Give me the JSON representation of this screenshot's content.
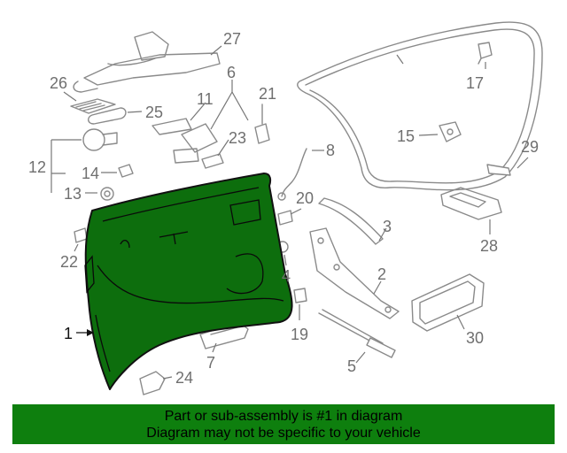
{
  "callouts": {
    "c1": "1",
    "c2": "2",
    "c3": "3",
    "c4": "4",
    "c5": "5",
    "c6": "6",
    "c7": "7",
    "c8": "8",
    "c11": "11",
    "c12": "12",
    "c13": "13",
    "c14": "14",
    "c15": "15",
    "c17": "17",
    "c19": "19",
    "c20": "20",
    "c21": "21",
    "c22": "22",
    "c23": "23",
    "c24": "24",
    "c25": "25",
    "c26": "26",
    "c27": "27",
    "c28": "28",
    "c29": "29",
    "c30": "30"
  },
  "banner": {
    "line1": "Part or sub-assembly is #1 in diagram",
    "line2": "Diagram may not be specific to your vehicle"
  },
  "colors": {
    "highlight_part": "#0d6e0d",
    "banner_bg": "#0e7f0e",
    "line_art": "#8a8a8a"
  }
}
